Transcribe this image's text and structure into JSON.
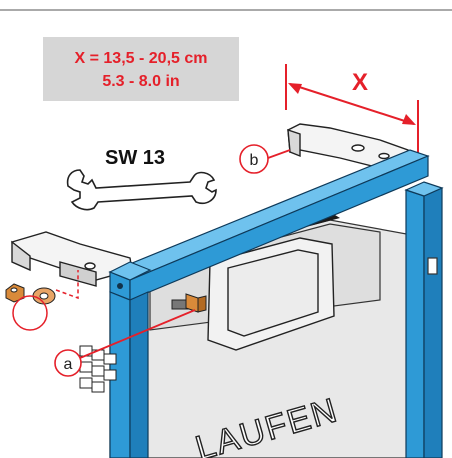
{
  "dimension_box": {
    "line1": "X = 13,5 - 20,5 cm",
    "line2": "5.3 - 8.0 in"
  },
  "tool_label": "SW 13",
  "dimension_label": "X",
  "callouts": {
    "a": "a",
    "b": "b"
  },
  "brand": "LAUFEN",
  "colors": {
    "frame_blue": "#2e9ad6",
    "accent_red": "#e5202a",
    "box_gray": "#d6d6d6",
    "line_dark": "#222222"
  }
}
